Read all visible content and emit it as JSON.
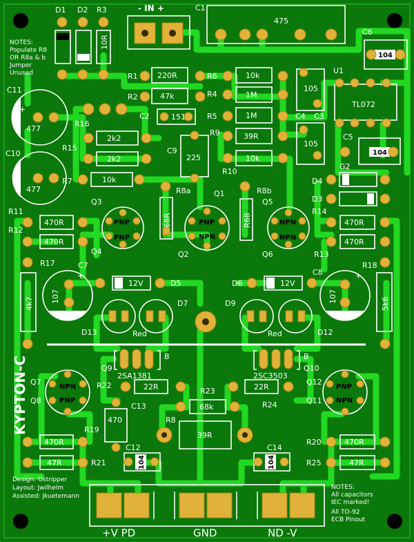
{
  "board": {
    "name": "KYPTON-C",
    "notes_top": [
      "NOTES:",
      "Populate R8",
      "OR R8a & b",
      "Jumper",
      "Unused"
    ],
    "notes_bottom": [
      "NOTES:",
      "All capacitors",
      "IEC marked!",
      "All TO-92",
      "ECB Pinout"
    ],
    "credits": [
      "Design: Ostripper",
      "Layout: Jwilhelm",
      "Assisted: Jkuetemann"
    ],
    "connectors": {
      "in": "-  IN  +",
      "pd": "+V  PD",
      "gnd": "GND",
      "nd": "ND  -V"
    }
  },
  "components": {
    "D1": "D1",
    "D2": "D2",
    "R3": "R3",
    "R3v": "10R",
    "C1": "C1",
    "C1v": "475",
    "C6": "C6",
    "C6v": "104",
    "U1": "U1",
    "U1v": "TL072",
    "C11": "C11",
    "C11v": "477",
    "C10": "C10",
    "C10v": "477",
    "R1": "R1",
    "R1v": "220R",
    "R2": "R2",
    "R2v": "47k",
    "C2": "C2",
    "C2v": "151",
    "R6": "R6",
    "R6v": "10k",
    "R4": "R4",
    "R4v": "1M",
    "R5": "R5",
    "R5v": "1M",
    "R9": "R9",
    "R9v": "39R",
    "R10": "R10",
    "R10v": "10k",
    "C4": "C4",
    "C4v": "105",
    "C3": "C3",
    "C3v": "105",
    "C5": "C5",
    "C5v": "104",
    "R16": "R16",
    "R16v": "2k2",
    "R15": "R15",
    "R15v": "2k2",
    "C9": "C9",
    "C9v": "225",
    "R7": "R7",
    "R7v": "10k",
    "R8a": "R8a",
    "R8av": "68R",
    "R8b": "R8b",
    "R8bv": "R68",
    "G2": "G2",
    "D4": "D4",
    "D3": "D3",
    "Q3": "Q3",
    "Q4": "Q4",
    "Q1": "Q1",
    "Q2": "Q2",
    "Q5": "Q5",
    "Q6": "Q6",
    "PNP": "PNP",
    "NPN": "NPN",
    "R11": "R11",
    "R11v": "470R",
    "R12": "R12",
    "R12v": "470R",
    "R14": "R14",
    "R14v": "470R",
    "R13": "R13",
    "R13v": "470R",
    "R17": "R17",
    "R17v": "4k7",
    "R18": "R18",
    "R18v": "5k6",
    "C7": "C7",
    "C7v": "107",
    "C8": "C8",
    "C8v": "107",
    "D5": "D5",
    "D5v": "12V",
    "D6": "D6",
    "D6v": "12V",
    "D7": "D7",
    "D13": "D13",
    "D9": "D9",
    "D12": "D12",
    "Red": "Red",
    "Q9": "Q9",
    "Q9v": "2SA1381",
    "Q10": "Q10",
    "Q10v": "2SC3503",
    "B": "B",
    "R22": "R22",
    "R22v": "22R",
    "R23": "R23",
    "R23v": "68k",
    "R24": "R24",
    "R24v": "22R",
    "Q7": "Q7",
    "Q8": "Q8",
    "Q11": "Q11",
    "Q12": "Q12",
    "C13": "C13",
    "C13v": "470",
    "R8": "R8",
    "R8v": "39R",
    "R19": "R19",
    "R19v": "470R",
    "R20": "R20",
    "R20v": "470R",
    "R21": "R21",
    "R21v": "47R",
    "R25": "R25",
    "R25v": "47R",
    "C12": "C12",
    "C12v": "104",
    "C14": "C14",
    "C14v": "104"
  }
}
